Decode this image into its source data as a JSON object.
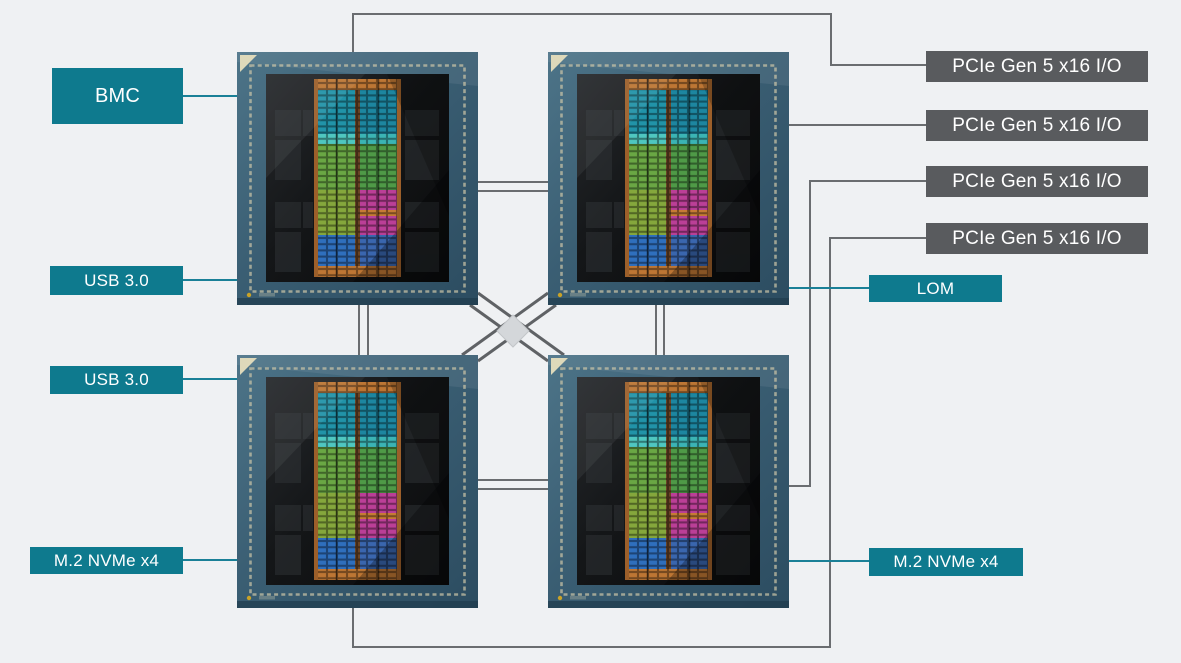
{
  "diagram": {
    "left_ports": [
      {
        "id": "bmc",
        "label": "BMC"
      },
      {
        "id": "usb3-top",
        "label": "USB 3.0"
      },
      {
        "id": "usb3-bottom",
        "label": "USB 3.0"
      },
      {
        "id": "m2-nvme-left",
        "label": "M.2 NVMe x4"
      }
    ],
    "right_ports": [
      {
        "id": "pcie-1",
        "label": "PCIe Gen 5 x16 I/O"
      },
      {
        "id": "pcie-2",
        "label": "PCIe Gen 5 x16 I/O"
      },
      {
        "id": "pcie-3",
        "label": "PCIe Gen 5 x16 I/O"
      },
      {
        "id": "pcie-4",
        "label": "PCIe Gen 5 x16 I/O"
      },
      {
        "id": "lom",
        "label": "LOM"
      },
      {
        "id": "m2-nvme-right",
        "label": "M.2 NVMe x4"
      }
    ],
    "cpus": [
      {
        "id": "cpu-top-left"
      },
      {
        "id": "cpu-top-right"
      },
      {
        "id": "cpu-bottom-left"
      },
      {
        "id": "cpu-bottom-right"
      }
    ],
    "colors": {
      "background": "#eff1f3",
      "teal_box": "#0e7a8e",
      "teal_line": "#1a8097",
      "gray_box": "#595b5e",
      "gray_line": "#6a6d70",
      "crossbar_diamond": "#d4d7da"
    }
  }
}
